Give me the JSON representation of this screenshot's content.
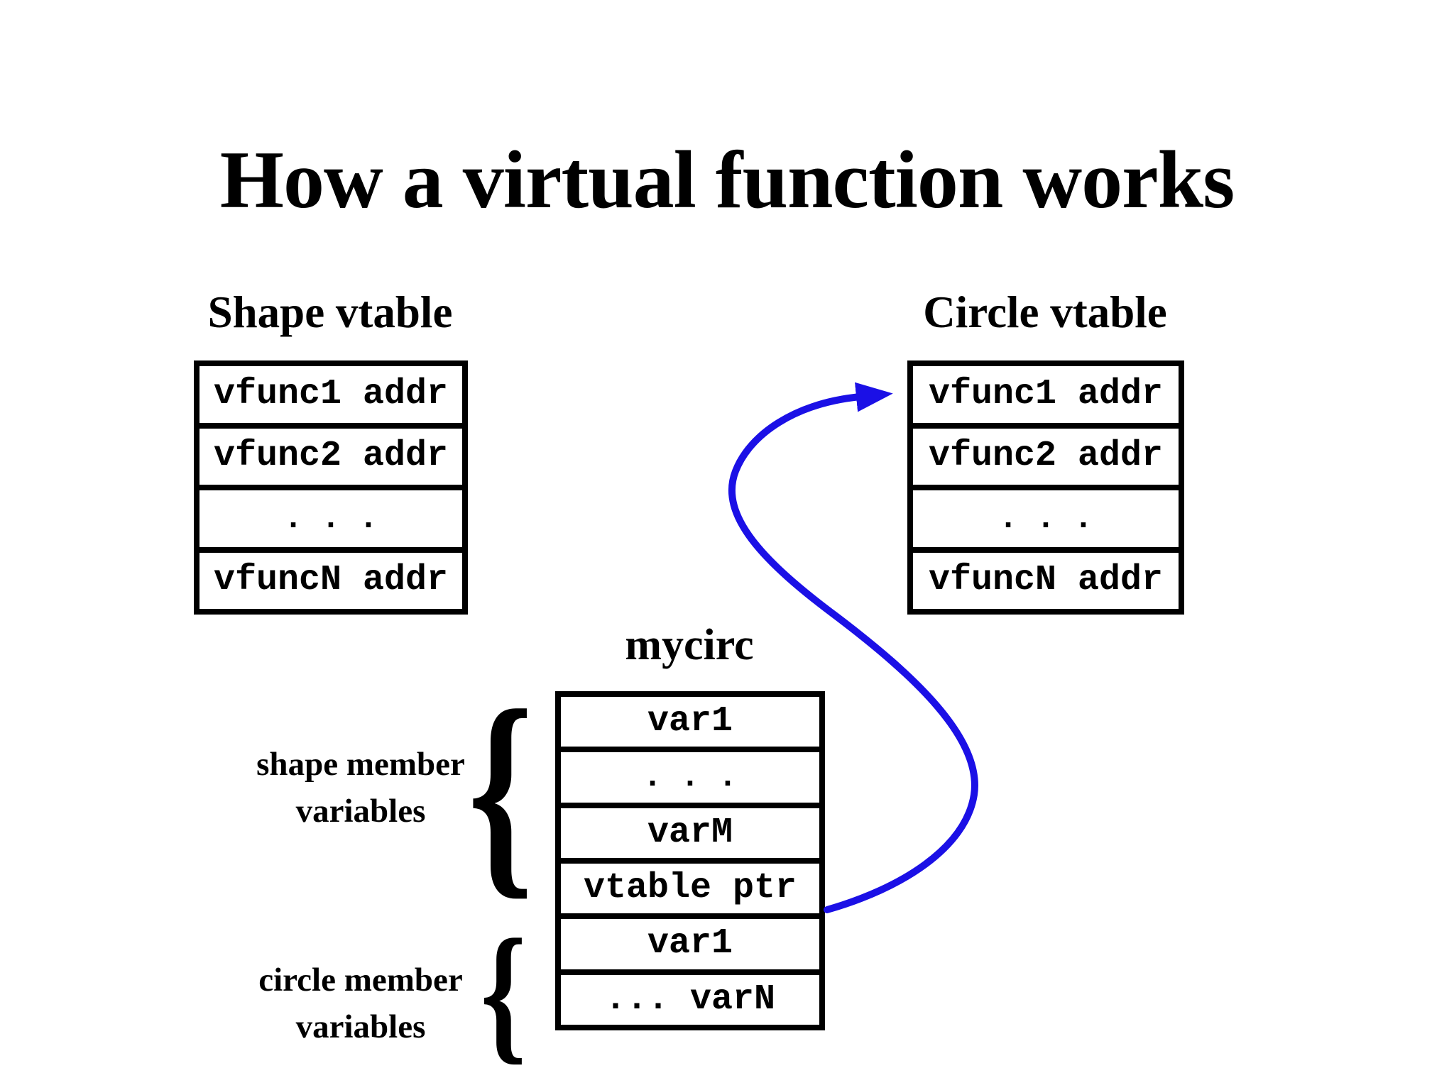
{
  "title": "How a virtual function works",
  "colors": {
    "ink": "#000000",
    "background": "#ffffff",
    "arrow": "#1b10e6"
  },
  "shape_vtable": {
    "label": "Shape vtable",
    "rows": [
      "vfunc1 addr",
      "vfunc2 addr",
      "...",
      "vfuncN addr"
    ]
  },
  "circle_vtable": {
    "label": "Circle vtable",
    "rows": [
      "vfunc1 addr",
      "vfunc2 addr",
      "...",
      "vfuncN addr"
    ]
  },
  "mycirc": {
    "label": "mycirc",
    "rows": [
      "var1",
      "...",
      "varM",
      "vtable ptr",
      "var1",
      "... varN"
    ]
  },
  "annotations": {
    "shape_members": {
      "line1": "shape member",
      "line2": "variables"
    },
    "circle_members": {
      "line1": "circle member",
      "line2": "variables"
    },
    "brace_glyph": "{"
  },
  "arrow": {
    "from": "vtable ptr",
    "to": "vfunc1 addr"
  }
}
